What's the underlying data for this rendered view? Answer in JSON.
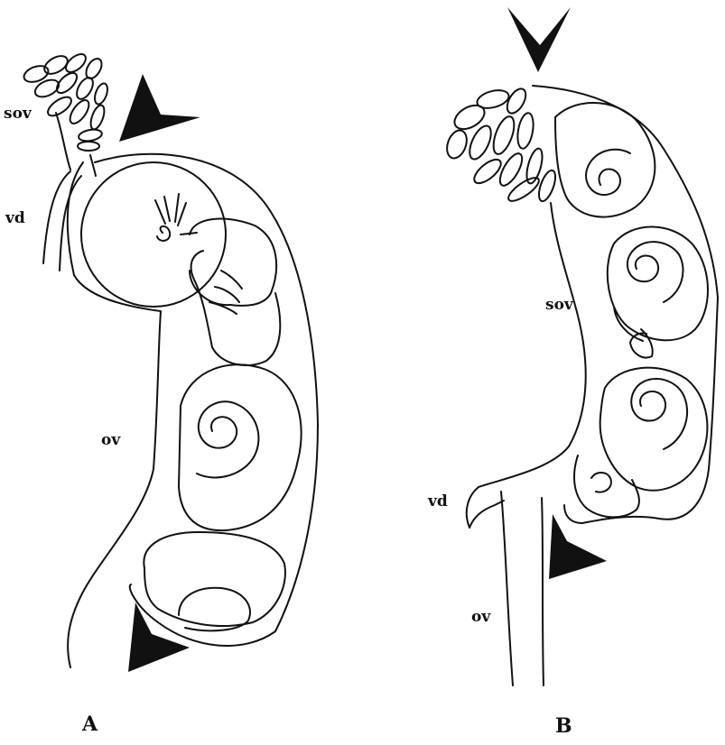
{
  "panels": [
    {
      "id": "A",
      "label": "A",
      "structure_labels": {
        "sov": "sov",
        "vd": "vd",
        "ov": "ov"
      }
    },
    {
      "id": "B",
      "label": "B",
      "structure_labels": {
        "sov": "sov",
        "vd": "vd",
        "ov": "ov"
      }
    }
  ],
  "colors": {
    "ink": "#111111",
    "paper": "#ffffff"
  }
}
